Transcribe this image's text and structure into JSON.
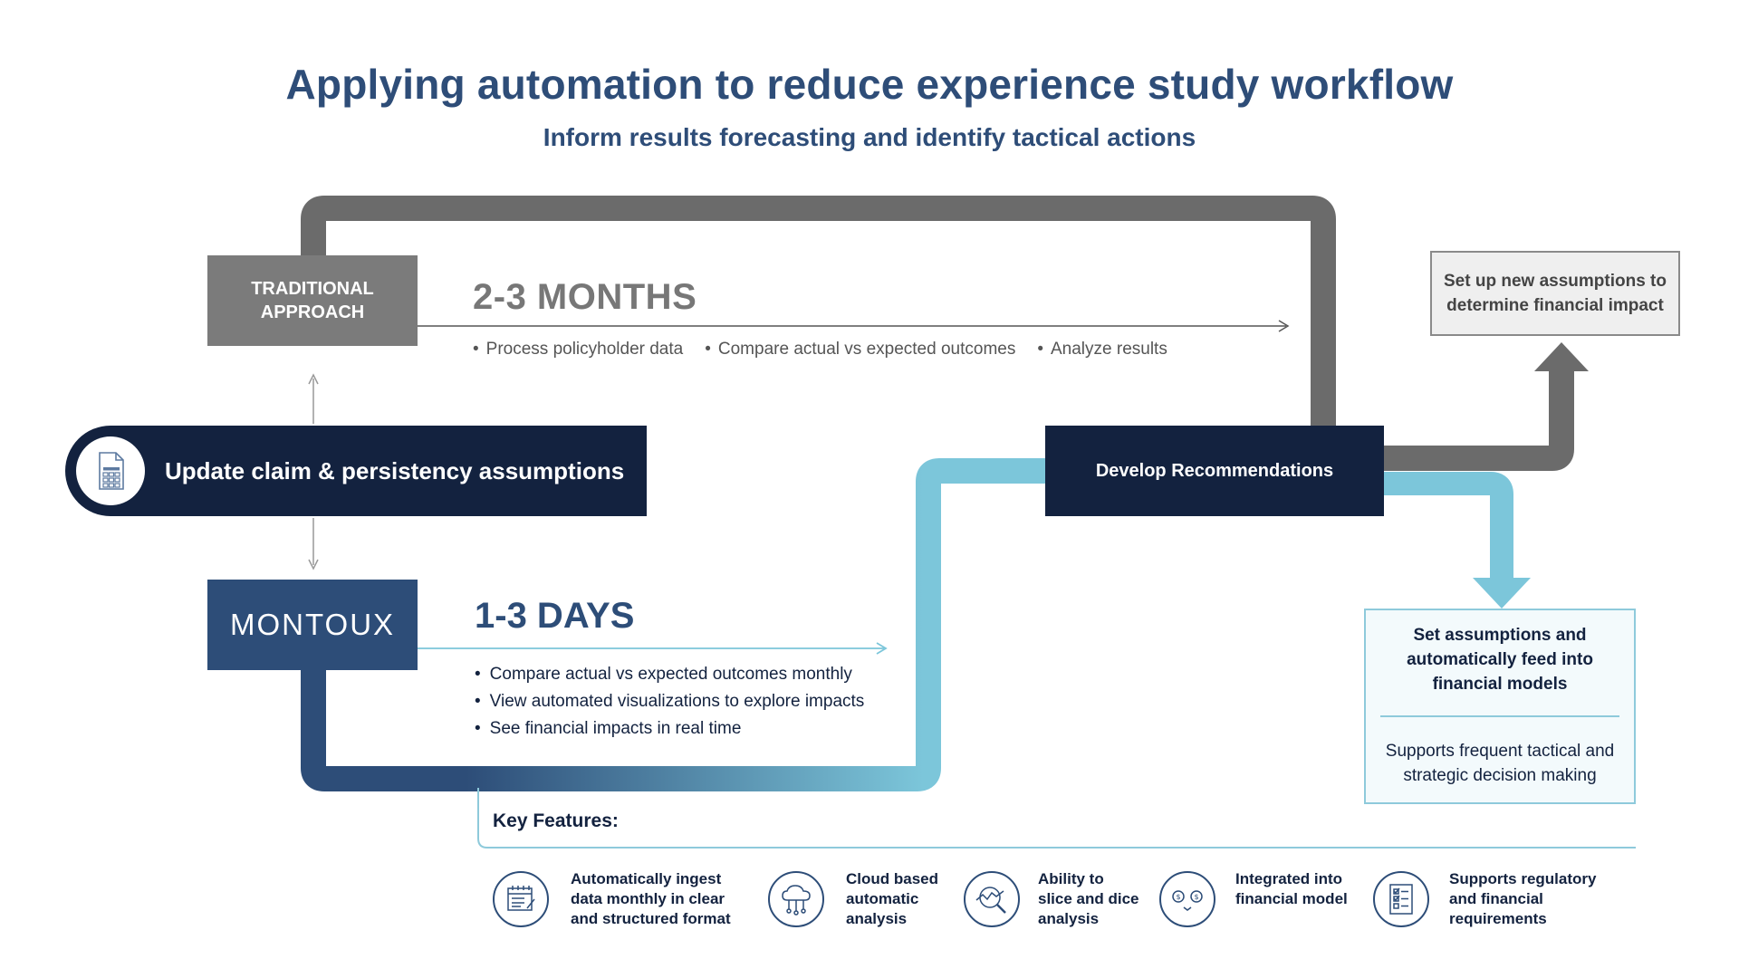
{
  "title": "Applying automation to reduce experience study workflow",
  "subtitle": "Inform results forecasting and identify tactical actions",
  "traditional": {
    "label_line1": "TRADITIONAL",
    "label_line2": "APPROACH",
    "duration": "2-3 MONTHS",
    "steps": [
      "Process policyholder data",
      "Compare actual vs expected outcomes",
      "Analyze results"
    ]
  },
  "update": {
    "label": "Update claim & persistency assumptions",
    "icon": "spreadsheet-icon"
  },
  "montoux": {
    "label": "MONTOUX",
    "duration": "1-3 DAYS",
    "steps": [
      "Compare actual vs expected outcomes monthly",
      "View automated visualizations to explore impacts",
      "See financial impacts in real time"
    ]
  },
  "develop": {
    "label": "Develop Recommendations"
  },
  "set_new": {
    "line1": "Set up new assumptions to",
    "line2": "determine financial impact"
  },
  "set_auto": {
    "head1": "Set assumptions and",
    "head2": "automatically feed into",
    "head3": "financial models",
    "body1": "Supports frequent tactical and",
    "body2": "strategic decision making"
  },
  "key_features": {
    "title": "Key Features:",
    "items": [
      {
        "icon": "calendar-checklist-icon",
        "lines": [
          "Automatically ingest",
          "data monthly in clear",
          "and structured format"
        ]
      },
      {
        "icon": "cloud-network-icon",
        "lines": [
          "Cloud based",
          "automatic",
          "analysis"
        ]
      },
      {
        "icon": "magnifier-chart-icon",
        "lines": [
          "Ability to",
          "slice and dice",
          "analysis"
        ]
      },
      {
        "icon": "coins-balance-icon",
        "lines": [
          "Integrated into",
          "financial model"
        ]
      },
      {
        "icon": "checklist-icon",
        "lines": [
          "Supports regulatory",
          "and financial",
          "requirements"
        ]
      }
    ]
  },
  "colors": {
    "navy": "#13223f",
    "blue": "#2d4d78",
    "grey": "#7b7b7b",
    "light_blue": "#7cc6da"
  }
}
